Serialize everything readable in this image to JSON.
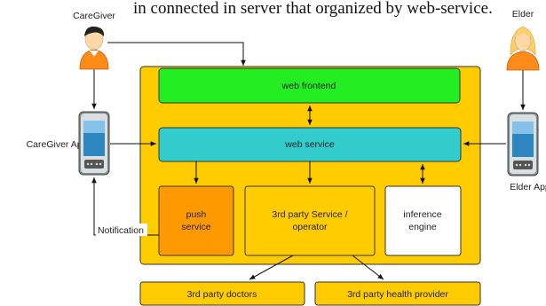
{
  "header_text": "in connected in server that organized by web-service.",
  "actors": {
    "caregiver": {
      "label": "CareGiver"
    },
    "elder": {
      "label": "Elder"
    }
  },
  "devices": {
    "caregiver_app": {
      "label": "CareGiver App"
    },
    "elder_app": {
      "label": "Elder App"
    }
  },
  "components": {
    "web_frontend": {
      "label": "web frontend"
    },
    "web_service": {
      "label": "web service"
    },
    "push_service": {
      "line1": "push",
      "line2": "service"
    },
    "third_party_service": {
      "line1": "3rd party Service /",
      "line2": "operator"
    },
    "inference_engine": {
      "line1": "inference",
      "line2": "engine"
    },
    "third_party_doctors": {
      "label": "3rd party doctors"
    },
    "third_party_health": {
      "label": "3rd party health provider"
    }
  },
  "edge_labels": {
    "notification": "Notification"
  },
  "colors": {
    "container": "#FFCC00",
    "web_frontend": "#22EE22",
    "web_service": "#33CCCC",
    "push_service": "#FF9900",
    "third_party": "#FFCC00",
    "inference_engine": "#FFFFFF",
    "border": "#333333"
  }
}
